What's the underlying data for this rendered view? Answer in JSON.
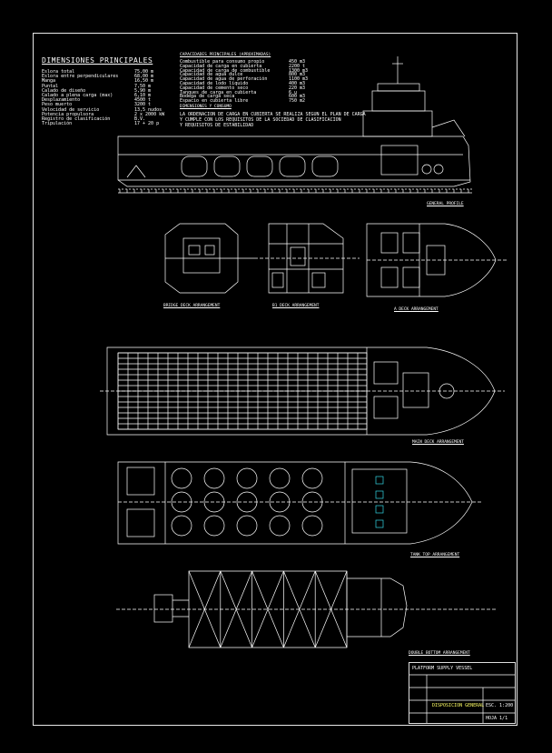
{
  "specs": {
    "title": "DIMENSIONES PRINCIPALES",
    "label_rows": [
      "Eslora total",
      "Eslora entre perpendiculares",
      "Manga",
      "Puntal",
      "Calado de diseño",
      "Calado a plena carga (max)",
      "Desplazamiento",
      "Peso muerto",
      "Velocidad de servicio",
      "Potencia propulsora",
      "Registro de clasificación",
      "Tripulación"
    ],
    "value_rows": [
      "75,00 m",
      "68,00 m",
      "16,50 m",
      "7,50 m",
      "5,90 m",
      "6,10 m",
      "4500 t",
      "3200 t",
      "13,5 nudos",
      "2 x 2000 kW",
      "B.V.",
      "17 + 20 p"
    ]
  },
  "capacities": {
    "heading": "CAPACIDADES PRINCIPALES (APROXIMADAS)",
    "rows": [
      "Combustible para consumo propio",
      "Capacidad de carga en cubierta",
      "Capacidad de carga de combustible",
      "Capacidad de agua dulce",
      "Capacidad de agua de perforación",
      "Capacidad de lodo líquido",
      "Capacidad de cemento seco",
      "Tanques de carga en cubierta",
      "Bodega de carga seca",
      "Espacio en cubierta libre"
    ],
    "values": [
      "450 m3",
      "2200 t",
      "1300 m3",
      "800 m3",
      "1100 m3",
      "400 m3",
      "220 m3",
      "6 u",
      "600 m3",
      "750 m2"
    ]
  },
  "notes": {
    "heading": "DIMENSIONES Y CONSUMO",
    "lines": [
      "LA ORDENACION DE CARGA EN CUBIERTA SE REALIZA SEGUN EL PLAN DE CARGA",
      "Y CUMPLE CON LOS REQUISITOS DE LA SOCIEDAD DE CLASIFICACION",
      "Y REQUISITOS DE ESTABILIDAD"
    ]
  },
  "views": {
    "profile": "GENERAL PROFILE",
    "bridge": "BRIDGE DECK ARRANGEMENT",
    "b1": "B1 DECK ARRANGEMENT",
    "a1": "A DECK ARRANGEMENT",
    "main": "MAIN DECK ARRANGEMENT",
    "lower": "TANK TOP ARRANGEMENT",
    "double": "DOUBLE BOTTOM ARRANGEMENT"
  },
  "titleblock": {
    "project": "PLATFORM SUPPLY VESSEL",
    "drawing": "DISPOSICION GENERAL",
    "scale": "ESC. 1:200",
    "sheet": "HOJA 1/1"
  },
  "colors": {
    "line": "#ffffff",
    "accent": "#ffff66",
    "cyan": "#33d6e6",
    "background": "#000000"
  }
}
